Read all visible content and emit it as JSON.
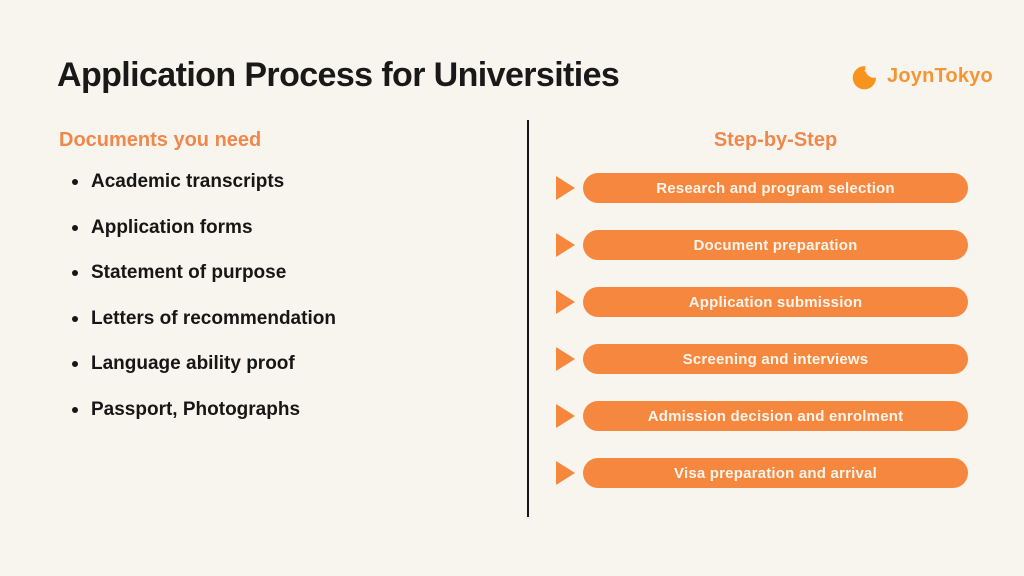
{
  "header": {
    "title": "Application Process for Universities",
    "brand": "JoynTokyo"
  },
  "documents": {
    "heading": "Documents you need",
    "items": [
      "Academic transcripts",
      "Application forms",
      "Statement of purpose",
      "Letters of recommendation",
      "Language ability proof",
      "Passport, Photographs"
    ]
  },
  "steps": {
    "heading": "Step-by-Step",
    "items": [
      "Research and program selection",
      "Document preparation",
      "Application submission",
      "Screening and interviews",
      "Admission decision and enrolment",
      "Visa preparation and arrival"
    ]
  },
  "icons": {
    "logo": "crescent-moon-with-sparkle-icon",
    "step_marker": "play-arrow-icon"
  },
  "colors": {
    "background": "#F8F5EE",
    "title_text": "#191919",
    "heading_orange": "#F0884B",
    "pill_orange": "#F5873E",
    "pill_text": "#FCF5EC",
    "logo_orange": "#F79433",
    "divider_black": "#17171a",
    "list_text": "#161616"
  }
}
